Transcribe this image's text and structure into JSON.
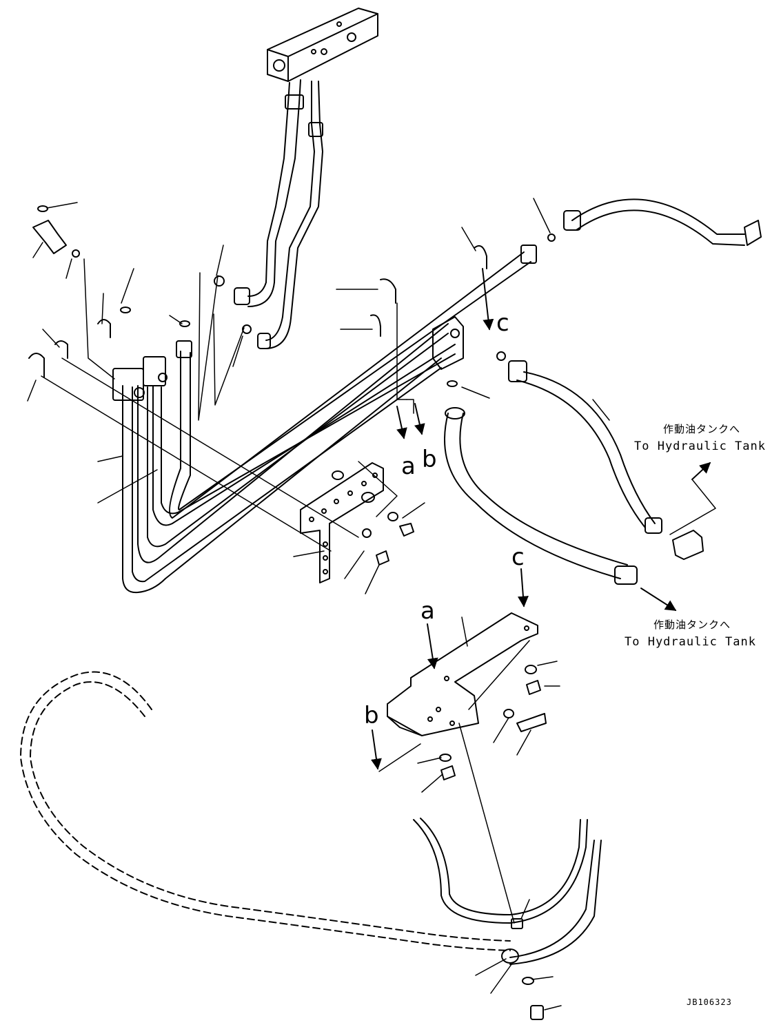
{
  "callouts": {
    "tank_upper": {
      "jp": "作動油タンクへ",
      "en": "To Hydraulic Tank"
    },
    "tank_lower": {
      "jp": "作動油タンクへ",
      "en": "To Hydraulic Tank"
    }
  },
  "reference_letters": {
    "upper_a": "a",
    "upper_b": "b",
    "upper_c": "c",
    "lower_a": "a",
    "lower_b": "b",
    "lower_c": "c"
  },
  "drawing_code": "JB106323",
  "colors": {
    "line": "#000000",
    "background": "#ffffff"
  }
}
